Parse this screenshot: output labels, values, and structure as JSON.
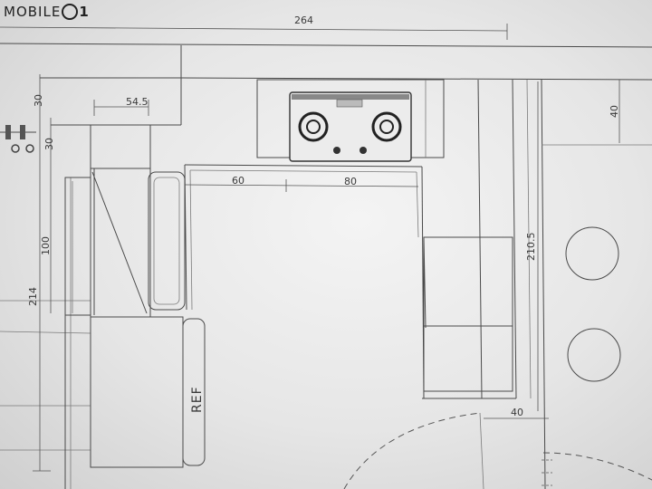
{
  "watermark": {
    "text": "MOBILE",
    "suffix": "1",
    "icon": "phone-circle-icon"
  },
  "dimensions": {
    "overall_width": "264",
    "top_depth": "30",
    "left_depth": "30",
    "sink_width": "54.5",
    "counter_a": "60",
    "counter_b": "80",
    "right_top": "40",
    "right_length": "210.5",
    "right_bottom": "40",
    "left_100": "100",
    "left_214": "214"
  },
  "labels": {
    "fridge": "REF"
  },
  "colors": {
    "line": "#4a4a4a",
    "burner": "#222222"
  }
}
